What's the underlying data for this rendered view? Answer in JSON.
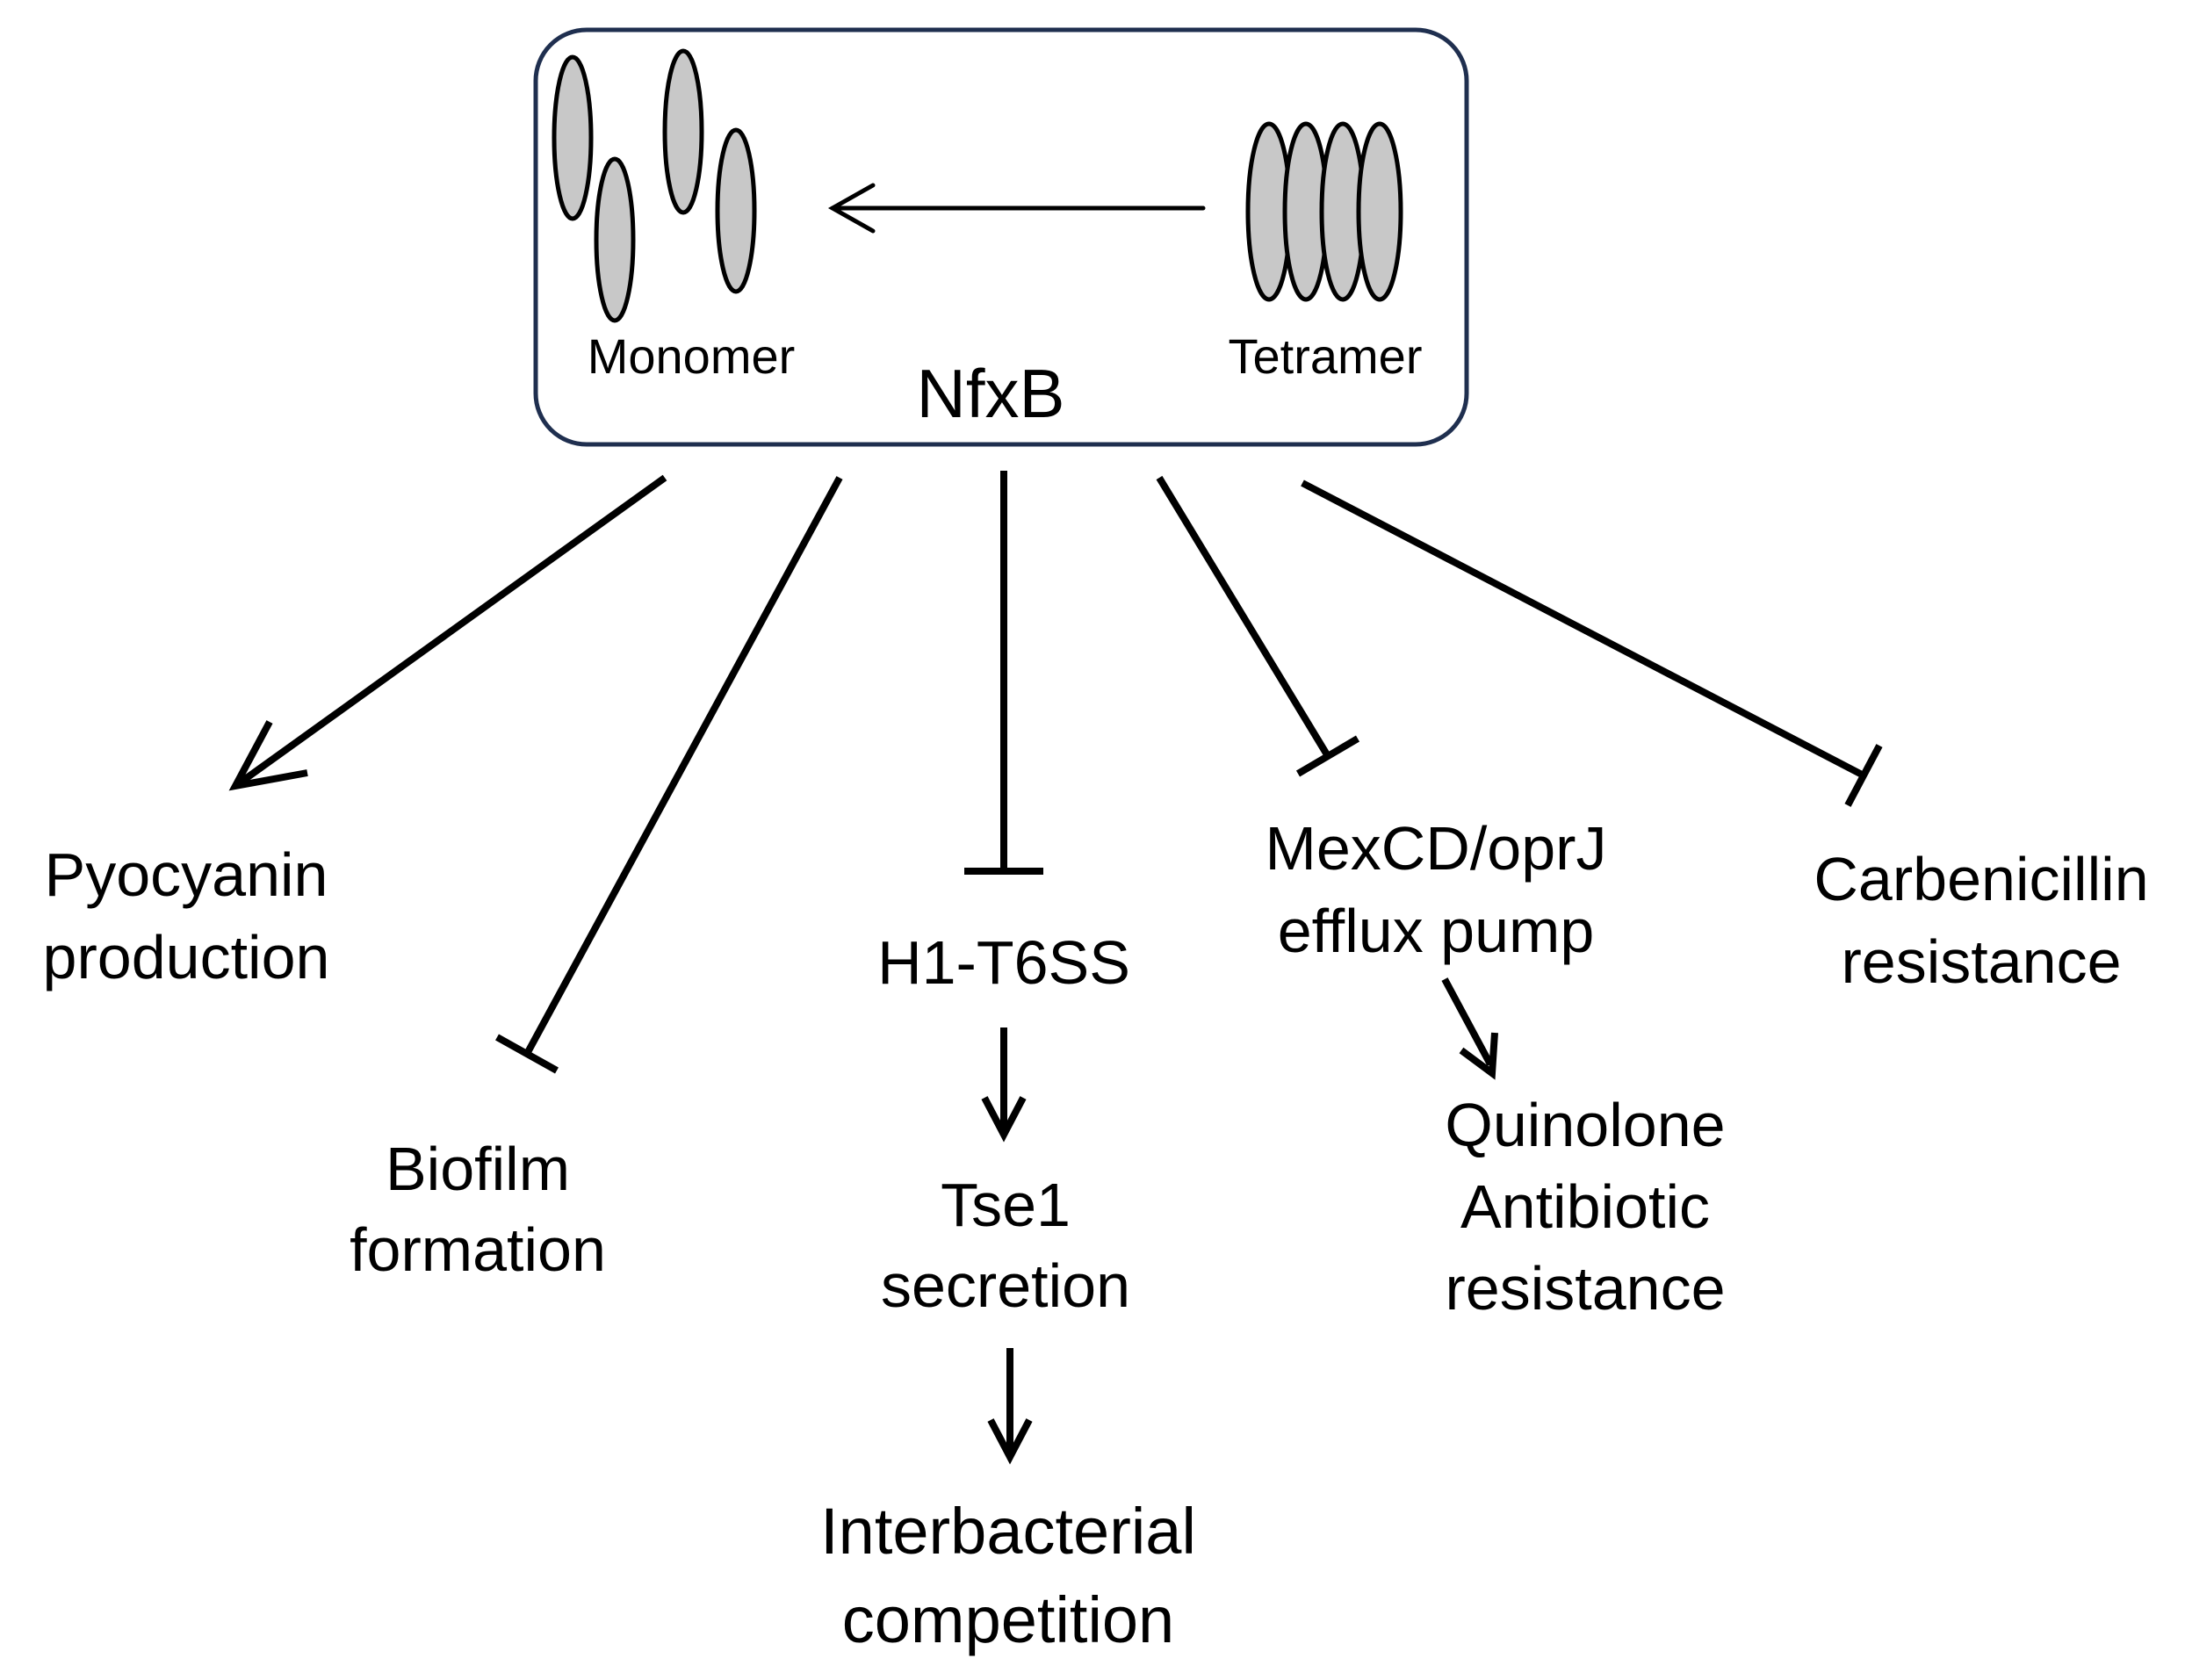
{
  "nfxb_box": {
    "title": "NfxB",
    "monomer_label": "Monomer",
    "tetramer_label": "Tetramer",
    "border_color": "#1f2f4f",
    "subunit_fill": "#c8c8c8"
  },
  "targets": {
    "pyocyanin": {
      "line1": "Pyocyanin",
      "line2": "production",
      "effect": "activation"
    },
    "biofilm": {
      "line1": "Biofilm",
      "line2": "formation",
      "effect": "repression"
    },
    "h1_t6ss": {
      "line1": "H1-T6SS",
      "effect": "repression"
    },
    "tse1": {
      "line1": "Tse1",
      "line2": "secretion"
    },
    "interbacterial": {
      "line1": "Interbacterial",
      "line2": "competition"
    },
    "mexcd": {
      "line1": "MexCD/oprJ",
      "line2": "efflux pump",
      "effect": "repression"
    },
    "quinolone": {
      "line1": "Quinolone",
      "line2": "Antibiotic",
      "line3": "resistance"
    },
    "carbenicillin": {
      "line1": "Carbenicillin",
      "line2": "resistance",
      "effect": "repression"
    }
  }
}
